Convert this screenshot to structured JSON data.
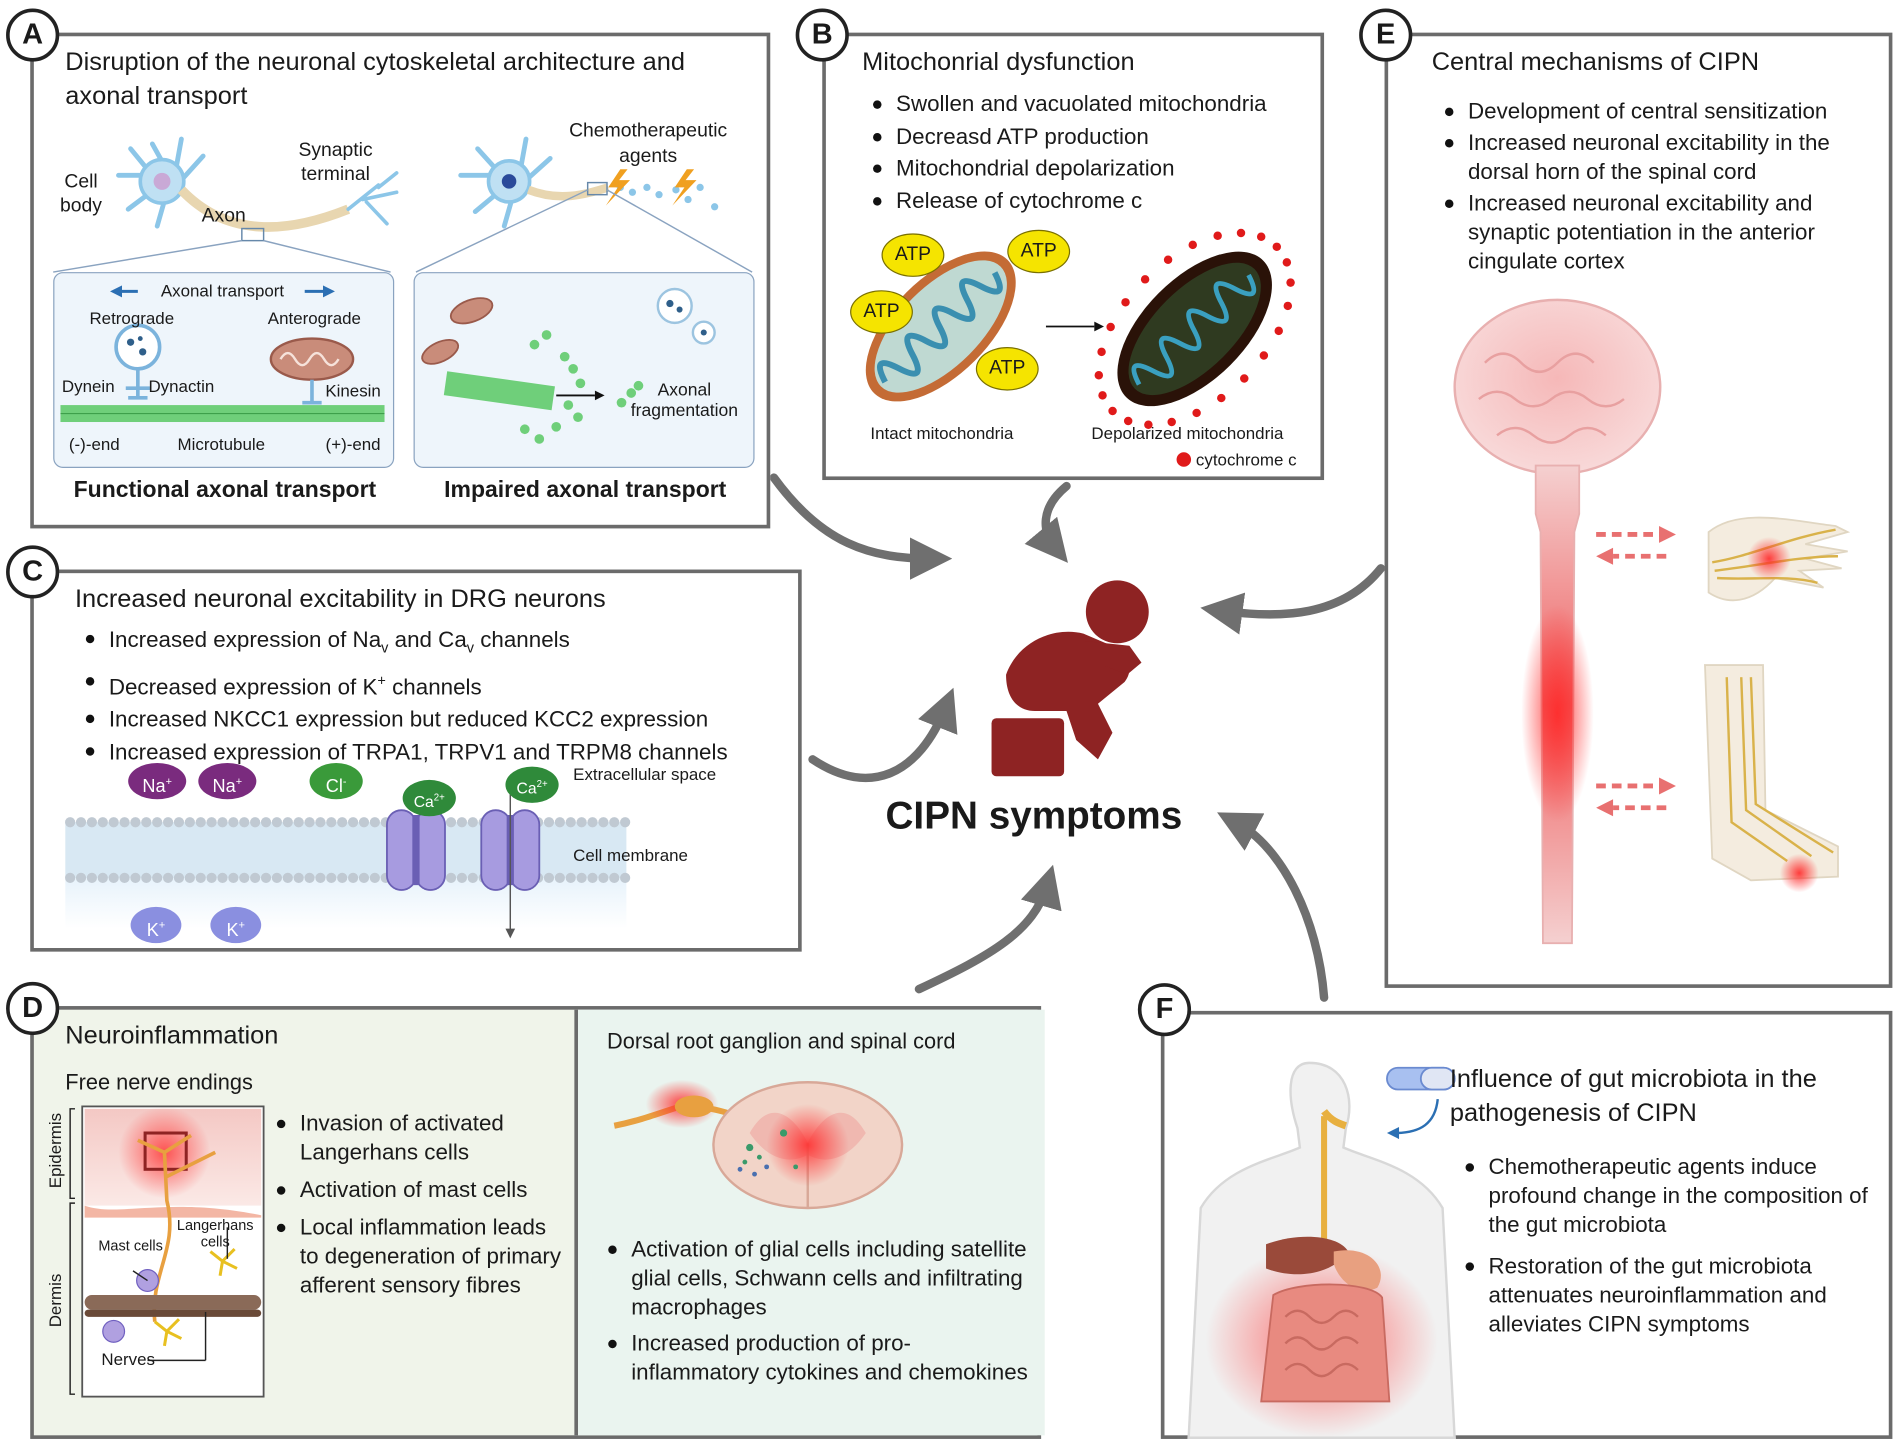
{
  "panels": {
    "A": {
      "badge": "A",
      "title": "Disruption of the neuronal cytoskeletal architecture and axonal transport",
      "labels": {
        "cell_body": "Cell body",
        "axon": "Axon",
        "synaptic_terminal": "Synaptic terminal",
        "chemo_agents": "Chemotherapeutic agents",
        "axonal_transport": "Axonal transport",
        "retrograde": "Retrograde",
        "anterograde": "Anterograde",
        "dynein": "Dynein",
        "dynactin": "Dynactin",
        "kinesin": "Kinesin",
        "minus_end": "(-)-end",
        "microtubule": "Microtubule",
        "plus_end": "(+)-end",
        "axonal_fragmentation": "Axonal fragmentation"
      },
      "caption_left": "Functional axonal transport",
      "caption_right": "Impaired axonal transport"
    },
    "B": {
      "badge": "B",
      "title": "Mitochonrial dysfunction",
      "bullets": [
        "Swollen and vacuolated mitochondria",
        "Decreasd ATP production",
        "Mitochondrial depolarization",
        "Release of cytochrome c"
      ],
      "atp": "ATP",
      "intact": "Intact mitochondria",
      "depolarized": "Depolarized mitochondria",
      "legend": "cytochrome c"
    },
    "C": {
      "badge": "C",
      "title": "Increased neuronal excitability in DRG neurons",
      "bullets": {
        "b1_pre": "Increased expression of Na",
        "b1_sub1": "v",
        "b1_mid": " and Ca",
        "b1_sub2": "v",
        "b1_post": " channels",
        "b2_pre": "Decreased expression of K",
        "b2_sup": "+",
        "b2_post": " channels",
        "b3": "Increased NKCC1 expression but reduced KCC2 expression",
        "b4": "Increased expression of TRPA1, TRPV1 and TRPM8 channels"
      },
      "ions": {
        "na": "Na",
        "na_sup": "+",
        "cl": "Cl",
        "cl_sup": "-",
        "ca": "Ca",
        "ca_sup": "2+",
        "k": "K",
        "k_sup": "+"
      },
      "extracellular": "Extracellular space",
      "membrane": "Cell membrane"
    },
    "D": {
      "badge": "D",
      "title": "Neuroinflammation",
      "subtitle": "Free nerve endings",
      "epidermis": "Epidermis",
      "dermis": "Dermis",
      "mast_cells": "Mast cells",
      "langerhans": "Langerhans cells",
      "nerves": "Nerves",
      "bullets_left": [
        "Invasion of activated Langerhans cells",
        "Activation of mast cells",
        "Local inflammation leads to degeneration of primary afferent sensory fibres"
      ],
      "right_title": "Dorsal root ganglion and spinal cord",
      "bullets_right": [
        "Activation of glial cells including satellite glial cells, Schwann cells and infiltrating macrophages",
        "Increased production of pro-inflammatory cytokines and chemokines"
      ]
    },
    "E": {
      "badge": "E",
      "title": "Central mechanisms of CIPN",
      "bullets": [
        "Development of central sensitization",
        "Increased neuronal excitability in the dorsal horn of the spinal cord",
        "Increased neuronal excitability and synaptic potentiation in the anterior cingulate cortex"
      ]
    },
    "F": {
      "badge": "F",
      "title": "Influence of gut microbiota in the pathogenesis of CIPN",
      "bullets": [
        "Chemotherapeutic agents induce profound change in the composition of the gut microbiota",
        "Restoration of the gut microbiota attenuates neuroinflammation and alleviates CIPN symptoms"
      ]
    }
  },
  "center": {
    "label": "CIPN symptoms"
  },
  "colors": {
    "border": "#6b6b6b",
    "arrow": "#6f6f6f",
    "figure": "#8e2323",
    "atp": "#f5e400",
    "ion_purple": "#7a2b7e",
    "ion_green": "#3a9a3a",
    "ion_blue": "#8a8fe0",
    "cyto": "#e01a1a",
    "panel_d_left": "#f0f4ea",
    "panel_d_right": "#eaf4ef"
  }
}
